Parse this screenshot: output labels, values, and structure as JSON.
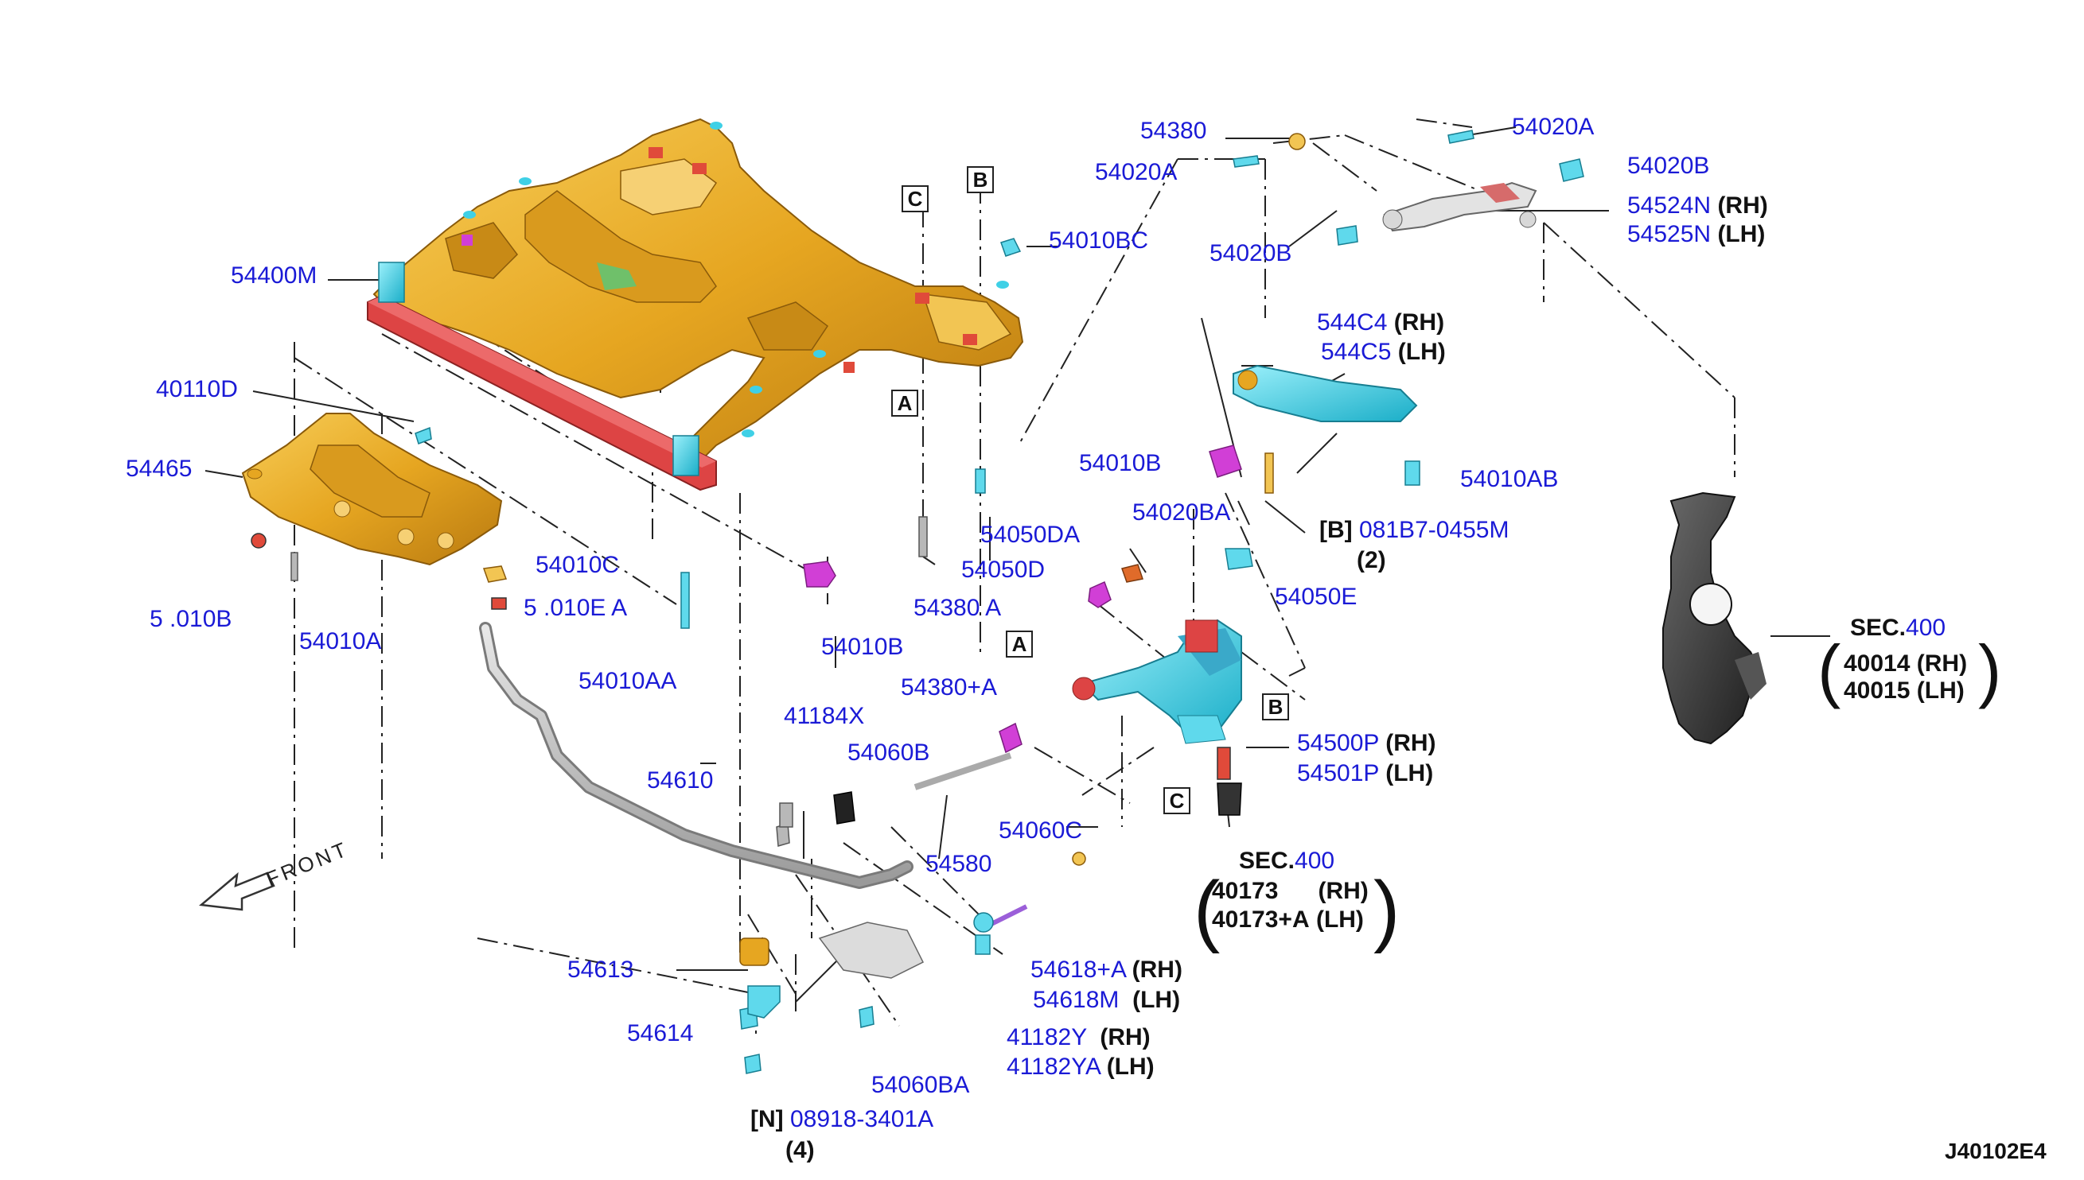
{
  "diagram_code": "J40102E4",
  "front_label": "FRONT",
  "colors": {
    "label_blue": "#1a1ad6",
    "subframe_orange": "#e9a928",
    "crossmember_red": "#dd4444",
    "bushing_cyan": "#3fd0e6",
    "arm_cyan": "#5fd9ec",
    "magenta_part": "#d13fd6",
    "knuckle_dark": "#3a3a3a",
    "bar_grey": "#c8c8c8"
  },
  "ref_markers": [
    "A",
    "B",
    "C"
  ],
  "parts": {
    "p54380": "54380",
    "p54020A_1": "54020A",
    "p54020A_2": "54020A",
    "p54020B_1": "54020B",
    "p54020B_2": "54020B",
    "p54524N": "54524N",
    "p54525N": "54525N",
    "p54010BC": "54010BC",
    "p54400M": "54400M",
    "p544C4": "544C4",
    "p544C5": "544C5",
    "p40110D": "40110D",
    "p54465": "54465",
    "p54010B_1": "54010B",
    "p54010AB": "54010AB",
    "p081B7": "081B7-0455M",
    "p54050DA": "54050DA",
    "p54020BA": "54020BA",
    "p54050D": "54050D",
    "p54010C": "54010C",
    "p54010BA_partial": "5 .010E A",
    "p54010B_partial": "5 .010B",
    "p54380A_partial": "54380 A",
    "p54050E_partial": "54050E",
    "p54010A": "54010A",
    "p54010AA": "54010AA",
    "p54010B_2": "54010B",
    "p54380A": "54380+A",
    "p41184X": "41184X",
    "p54060B": "54060B",
    "p54610": "54610",
    "p54500P": "54500P",
    "p54501P": "54501P",
    "p54060C": "54060C",
    "p54580": "54580",
    "p54613": "54613",
    "p54618A": "54618+A",
    "p54618M": "54618M",
    "p54614": "54614",
    "p41182Y": "41182Y",
    "p41182YA": "41182YA",
    "p54060BA": "54060BA",
    "p08918": "08918-3401A",
    "p40014": "40014",
    "p40015": "40015",
    "p40173": "40173",
    "p40173A": "40173+A",
    "sec_knuckle": "SEC.400",
    "sec_knuckle_pre": "SEC.",
    "sec_knuckle_num": "400",
    "sec_bot_pre": "SEC.",
    "sec_bot_num": "400"
  },
  "sides": {
    "rh": "(RH)",
    "lh": "(LH)",
    "rh_bare": "RH)",
    "lh_bare": "LH)"
  },
  "qty": {
    "q2": "(2)",
    "q4": "(4)"
  },
  "prefix": {
    "b": "[B]",
    "n": "[N]"
  }
}
